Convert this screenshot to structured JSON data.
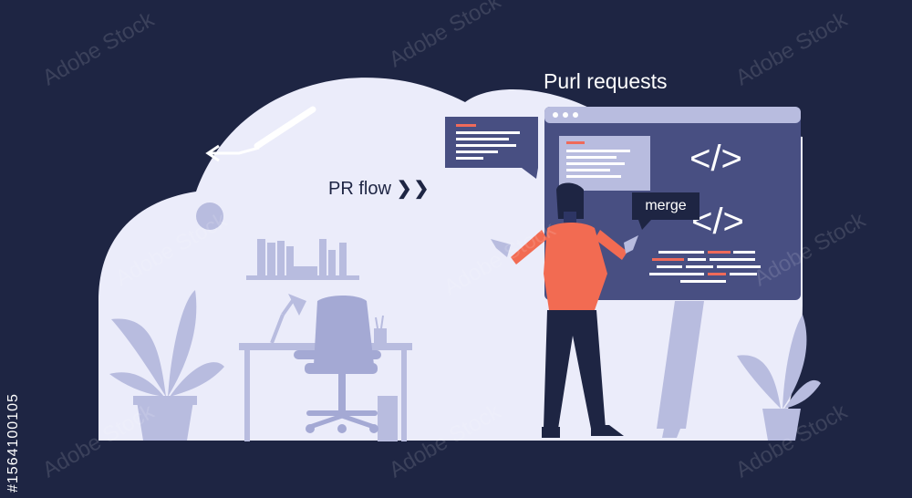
{
  "illustration": {
    "title": "Purl requests",
    "pr_flow_label": "PR flow",
    "pr_flow_arrows": "❯❯",
    "merge_label": "merge",
    "code_tag_1": "</>",
    "code_tag_2": "</>"
  },
  "watermark": {
    "brand": "Adobe Stock",
    "id": "#1564100105"
  },
  "colors": {
    "background": "#1e2543",
    "blob": "#ebecfa",
    "furniture": "#b8bcdf",
    "screen": "#484f82",
    "shirt": "#f26b52",
    "accent": "#ef6a5a"
  }
}
